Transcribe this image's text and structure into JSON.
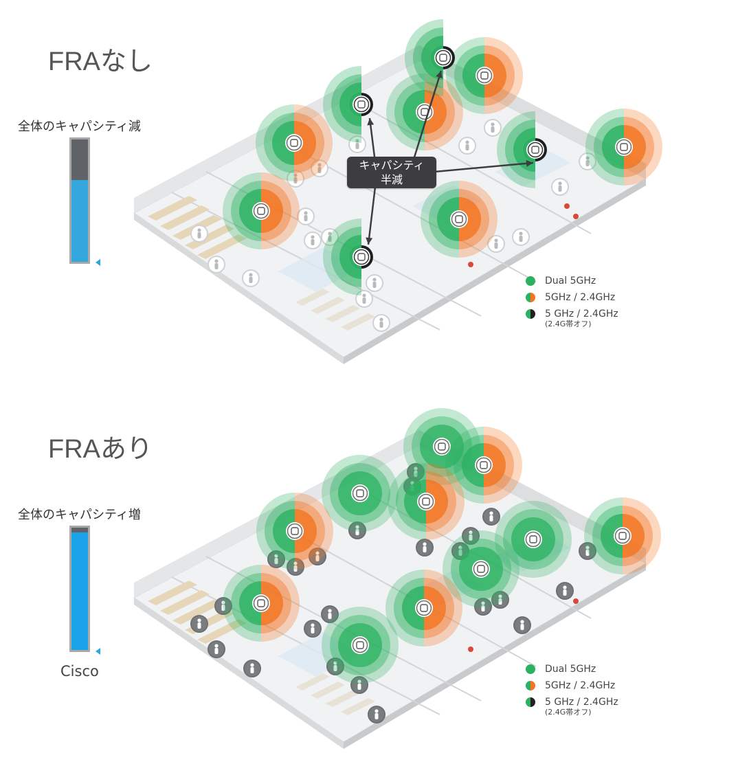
{
  "top_panel": {
    "title": "FRAなし",
    "capacity_label": "全体のキャパシティ減",
    "capacity_level": 0.67,
    "callout": [
      "キャパシティ",
      "半減"
    ]
  },
  "bottom_panel": {
    "title": "FRAあり",
    "capacity_label": "全体のキャパシティ増",
    "capacity_level": 0.96,
    "brand": "Cisco"
  },
  "legend": {
    "items": [
      {
        "label": "Dual 5GHz",
        "type": "dual5"
      },
      {
        "label": "5GHz / 2.4GHz",
        "type": "dual-band"
      },
      {
        "label": "5 GHz / 2.4GHz",
        "type": "band-off"
      }
    ],
    "note": "(2.4G帯オフ)"
  },
  "colors": {
    "green": "#2bb161",
    "orange": "#f37421",
    "gauge_fill": "#32a6dd",
    "gauge_fill_bottom": "#1aa3e8",
    "gauge_bg": "#5f6266",
    "callout_bg": "#3d3d40"
  },
  "icons": {
    "access_point": "access-point-icon",
    "user": "user-icon",
    "legend_marker": "legend-dot-icon"
  }
}
